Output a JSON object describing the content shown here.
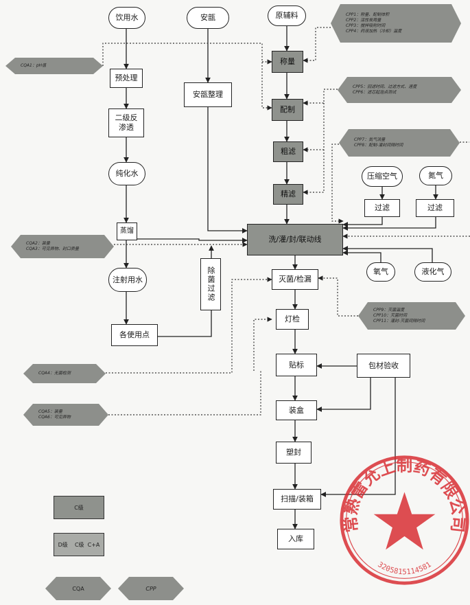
{
  "nodes": {
    "drinking_water": "饮用水",
    "ampoule": "安瓿",
    "raw_material": "原辅料",
    "pretreatment": "预处理",
    "ampoule_arrange": "安瓿整理",
    "weighing": "称量",
    "preparation": "配制",
    "ro": "二级反渗透",
    "coarse_filter": "粗滤",
    "purified_water": "纯化水",
    "fine_filter": "精滤",
    "compressed_air": "压缩空气",
    "nitrogen": "氮气",
    "filter1": "过滤",
    "filter2": "过滤",
    "distill": "蒸馏",
    "wash_fill_line": "洗/灌/封/联动线",
    "sterile_filter": "除菌过滤",
    "wfi": "注射用水",
    "sterilize_leak": "灭菌/检漏",
    "oxygen": "氧气",
    "lpg": "液化气",
    "use_point": "各使用点",
    "light_inspect": "灯检",
    "labeling": "贴标",
    "packaging_accept": "包材验收",
    "boxing": "装盒",
    "shrink": "塑封",
    "scan_pack": "扫描/装箱",
    "warehouse": "入库"
  },
  "hex_labels": {
    "cpp_weigh": "CPP1：称量、配制体积\nCPP2：活性炭用量\nCPP3：搅拌吸附时间\nCPP4：药液加热（冷却）温度",
    "cqa_ph": "CQA1：pH值",
    "cpp_filter": "CPP5：回滤时间、过滤方式、速度\nCPP6：滤芯起泡点测试",
    "cpp_nitrogen": "CPP7：氮气流量\nCPP8：配制-灌封间隔时间",
    "cqa_fill": "CQA2：装量\nCQA3：可见异物、封口质量",
    "cpp_sterilize": "CPP9：灭菌温度\nCPP10：灭菌时间\nCPP11：灌封-灭菌间隔时间",
    "cqa_sterile": "CQA4：无菌检测",
    "cqa_volume": "CQA5：装量\nCQA6：可见异物"
  },
  "legend": {
    "c_grade": "C级",
    "d_grade": "D级    C级  C+A",
    "cqa": "CQA",
    "cpp": "CPP"
  },
  "seal": {
    "name": "常熟雷允上制药有限公司",
    "code": "3205815114581",
    "color": "#d8282e"
  }
}
